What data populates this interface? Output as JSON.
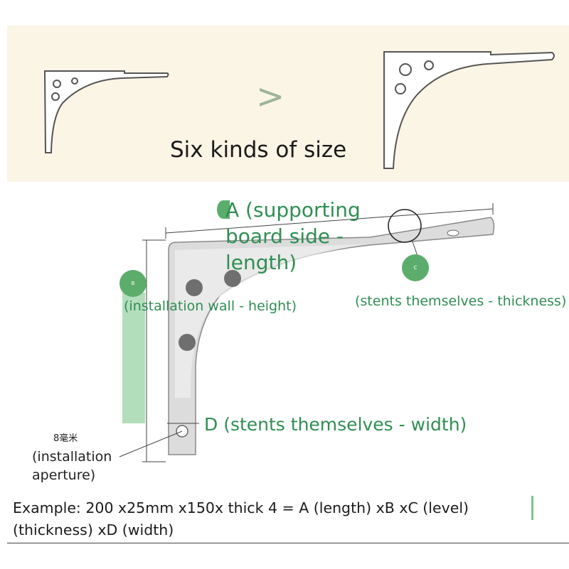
{
  "banner": {
    "title": "Six kinds of size",
    "chevron": ">"
  },
  "diagram": {
    "label_a": "A (supporting board side - length)",
    "label_b": "(installation wall - height)",
    "label_c": "(stents themselves - thickness)",
    "label_d": "D (stents themselves - width)",
    "badge_b": "B",
    "badge_c": "C",
    "hole_size": "8毫米",
    "aperture_label": "(installation aperture)",
    "colors": {
      "annotation_green": "#2f8f52",
      "badge_green": "#5cad6c",
      "banner_bg": "#fbf5e6"
    }
  },
  "example": {
    "text": "Example: 200 x25mm x150x thick 4 = A (length) xB xC (level) (thickness) xD (width)"
  }
}
